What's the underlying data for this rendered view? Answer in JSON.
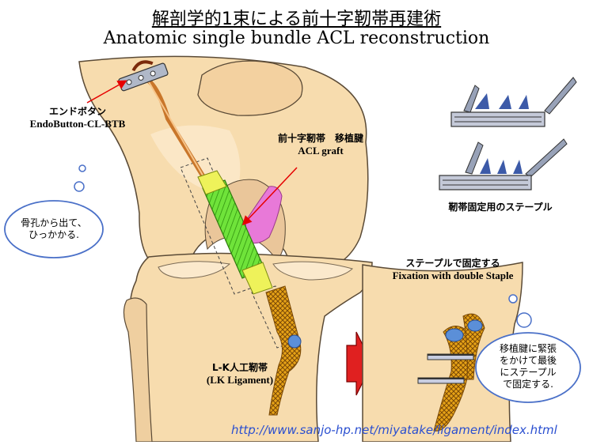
{
  "title_jp": "解剖学的1束による前十字靭帯再建術",
  "title_en": "Anatomic single bundle ACL reconstruction",
  "labels": {
    "endobutton_jp": "エンドボタン",
    "endobutton_en": "EndoButton-CL-BTB",
    "graft_jp": "前十字靭帯　移植腱",
    "graft_en": "ACL graft",
    "staple_caption": "靭帯固定用のステープル",
    "fixation_jp": "ステープルで固定する",
    "fixation_en": "Fixation with double Staple",
    "lk_jp": "L-K人工靭帯",
    "lk_en": "(LK Ligament)"
  },
  "bubbles": {
    "left_line1": "骨孔から出て、",
    "left_line2": "ひっかかる.",
    "right_line1": "移植腱に緊張",
    "right_line2": "をかけて最後",
    "right_line3": "にステープル",
    "right_line4": "で固定する."
  },
  "url": "http://www.sanjo-hp.net/miyatake/ligament/index.html",
  "colors": {
    "bone": "#f7dcae",
    "bone_shade": "#e9bf8a",
    "outline": "#5a4a36",
    "graft": "#5fdc2a",
    "graft_tip": "#eef25a",
    "pcl": "#e879d8",
    "arrow": "#e60000",
    "link": "#2a4fd0"
  },
  "icons": [
    "staple-icon",
    "arrow-red-icon",
    "thought-bubble-icon"
  ]
}
